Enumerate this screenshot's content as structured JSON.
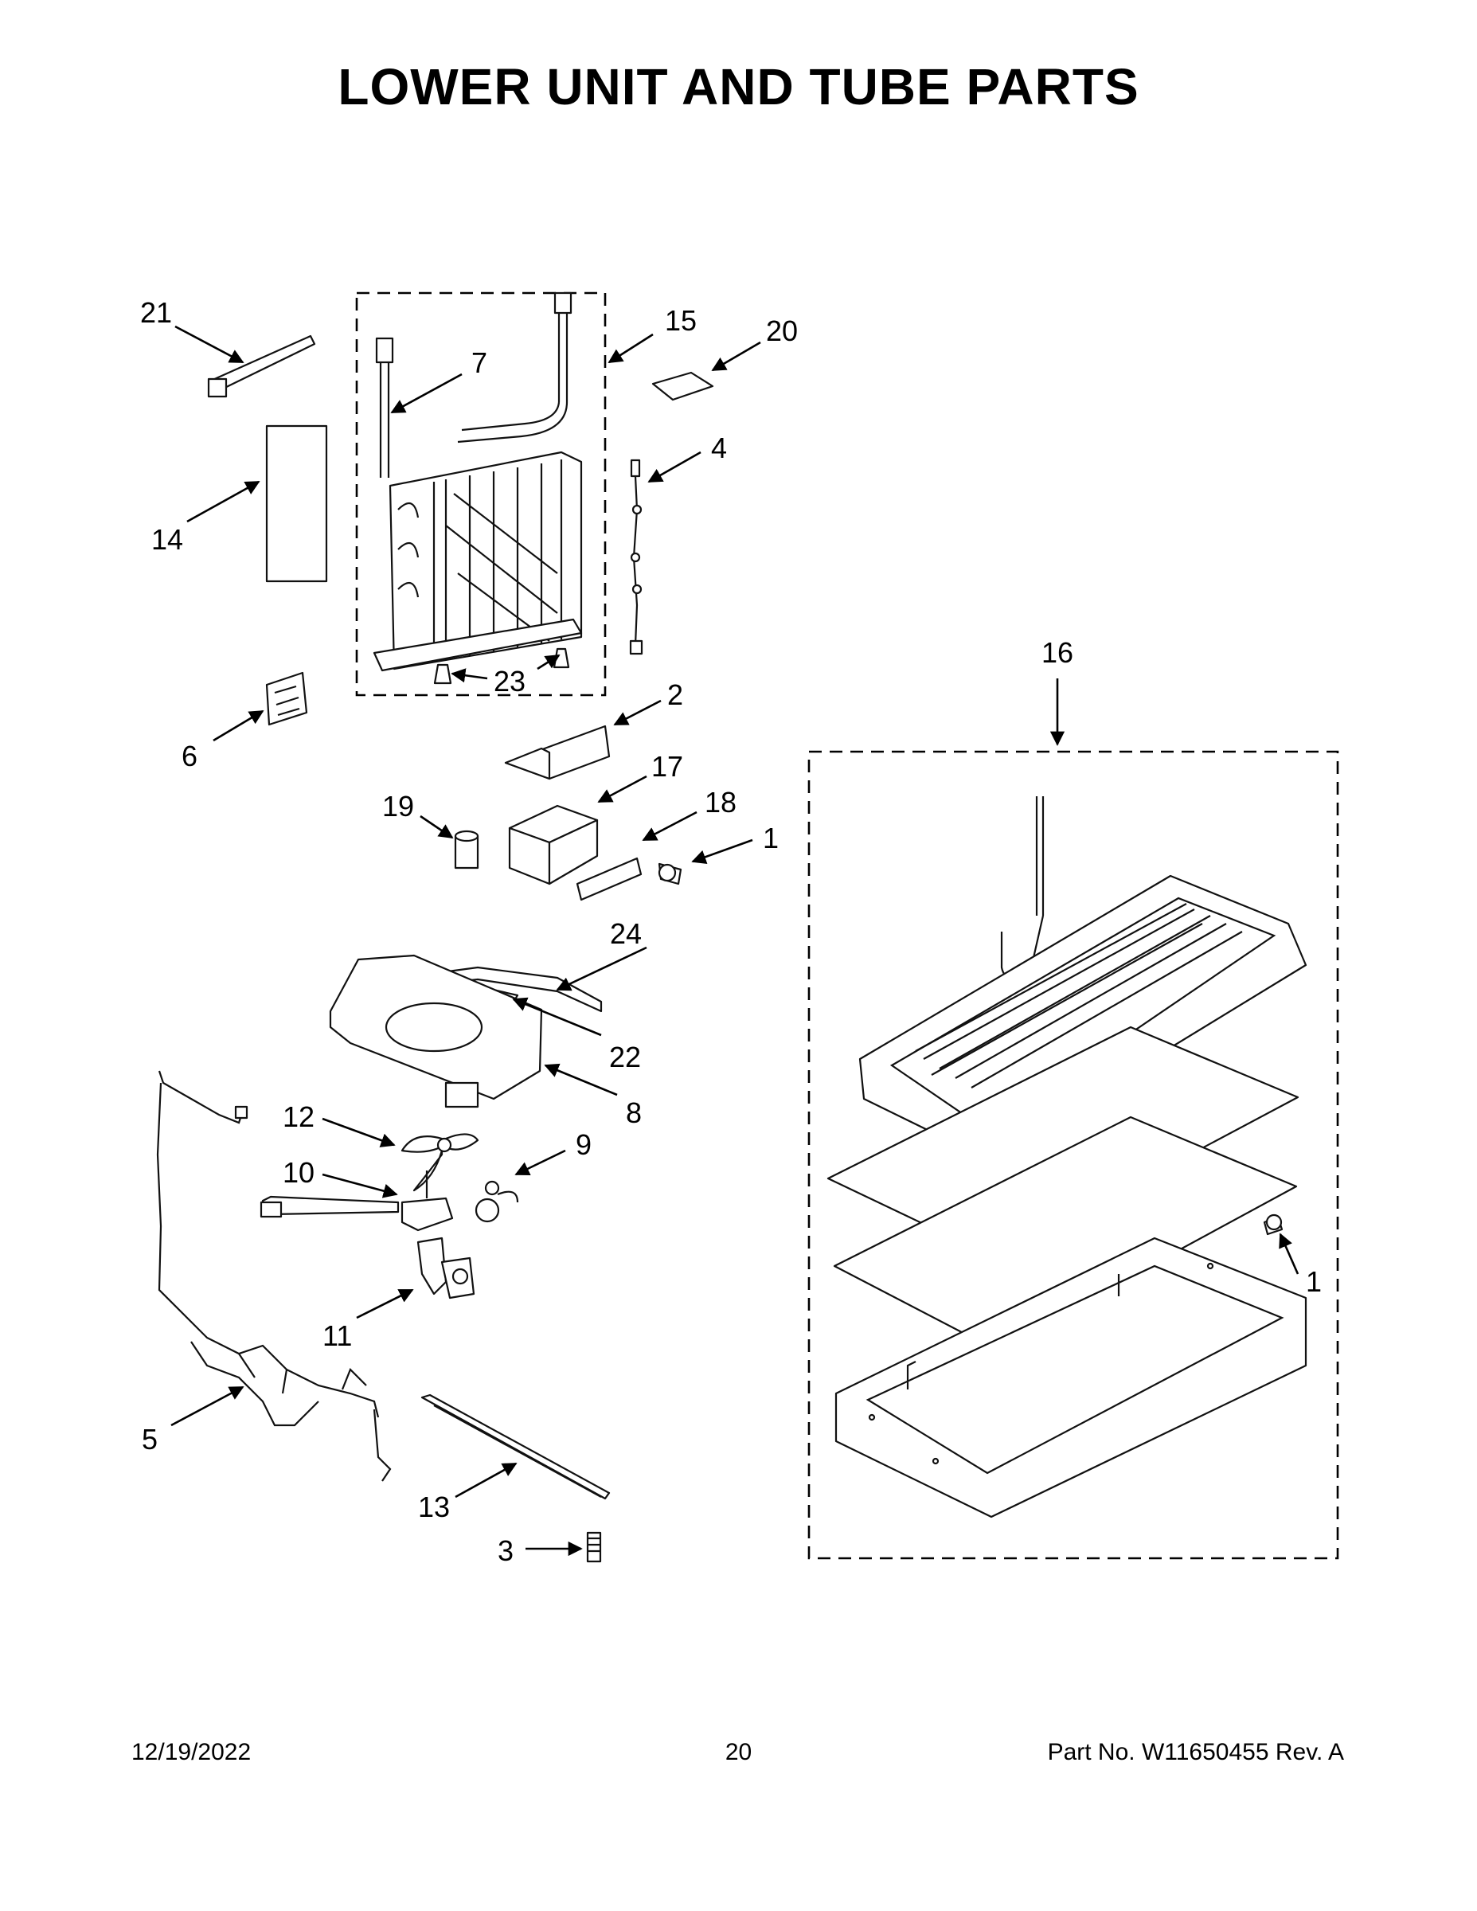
{
  "title": "LOWER UNIT AND TUBE PARTS",
  "footer": {
    "date": "12/19/2022",
    "page": "20",
    "part_number": "Part No.  W11650455  Rev.  A"
  },
  "callouts": {
    "c21": "21",
    "c15": "15",
    "c20": "20",
    "c7": "7",
    "c4": "4",
    "c14": "14",
    "c23": "23",
    "c6": "6",
    "c2": "2",
    "c16": "16",
    "c17": "17",
    "c19": "19",
    "c18": "18",
    "c1a": "1",
    "c24": "24",
    "c22": "22",
    "c8": "8",
    "c12": "12",
    "c9": "9",
    "c10": "10",
    "c1b": "1",
    "c11": "11",
    "c5": "5",
    "c13": "13",
    "c3": "3"
  }
}
